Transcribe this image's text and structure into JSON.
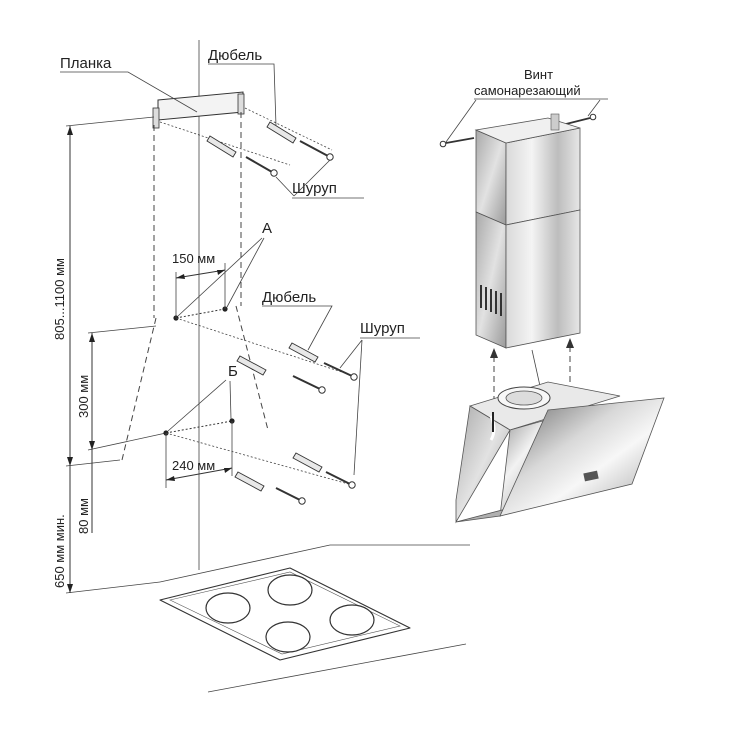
{
  "labels": {
    "planka": "Планка",
    "dyubel_top": "Дюбель",
    "shurup_top": "Шуруп",
    "a": "А",
    "dim_150": "150 мм",
    "dyubel_mid": "Дюбель",
    "shurup_mid": "Шуруп",
    "b": "Б",
    "dim_240": "240 мм",
    "dim_805_1100": "805...1100 мм",
    "dim_300": "300 мм",
    "dim_80": "80 мм",
    "dim_650": "650 мм мин.",
    "vint_line1": "Винт",
    "vint_line2": "самонарезающий"
  }
}
